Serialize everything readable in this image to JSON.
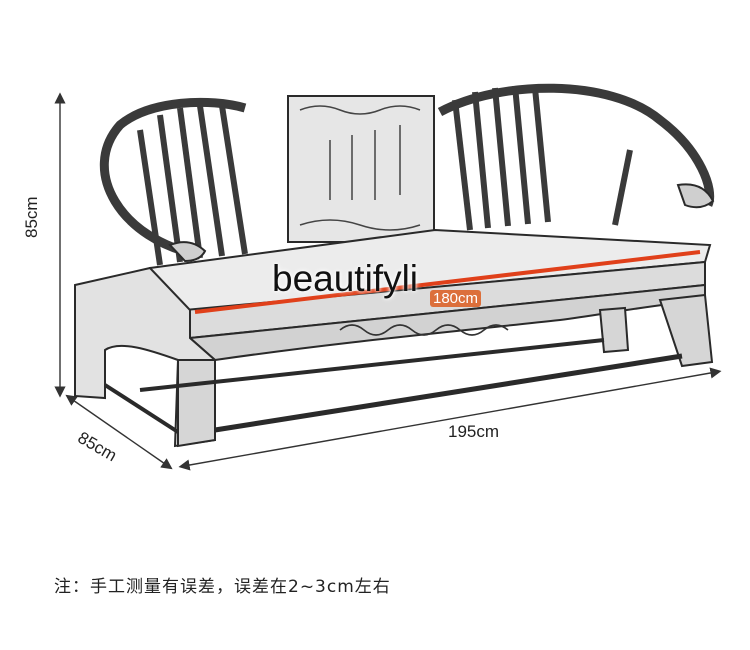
{
  "image": {
    "subject": "sofa-line-drawing",
    "colors": {
      "background": "#ffffff",
      "ink": "#2a2a2a",
      "measure_line": "#333333",
      "highlight": "#e0401a"
    }
  },
  "dimensions": {
    "height": "85cm",
    "depth": "85cm",
    "width": "195cm",
    "seat_width": "180cm"
  },
  "watermark": "beautifyli",
  "note": "注：手工测量有误差，误差在2~3cm左右"
}
